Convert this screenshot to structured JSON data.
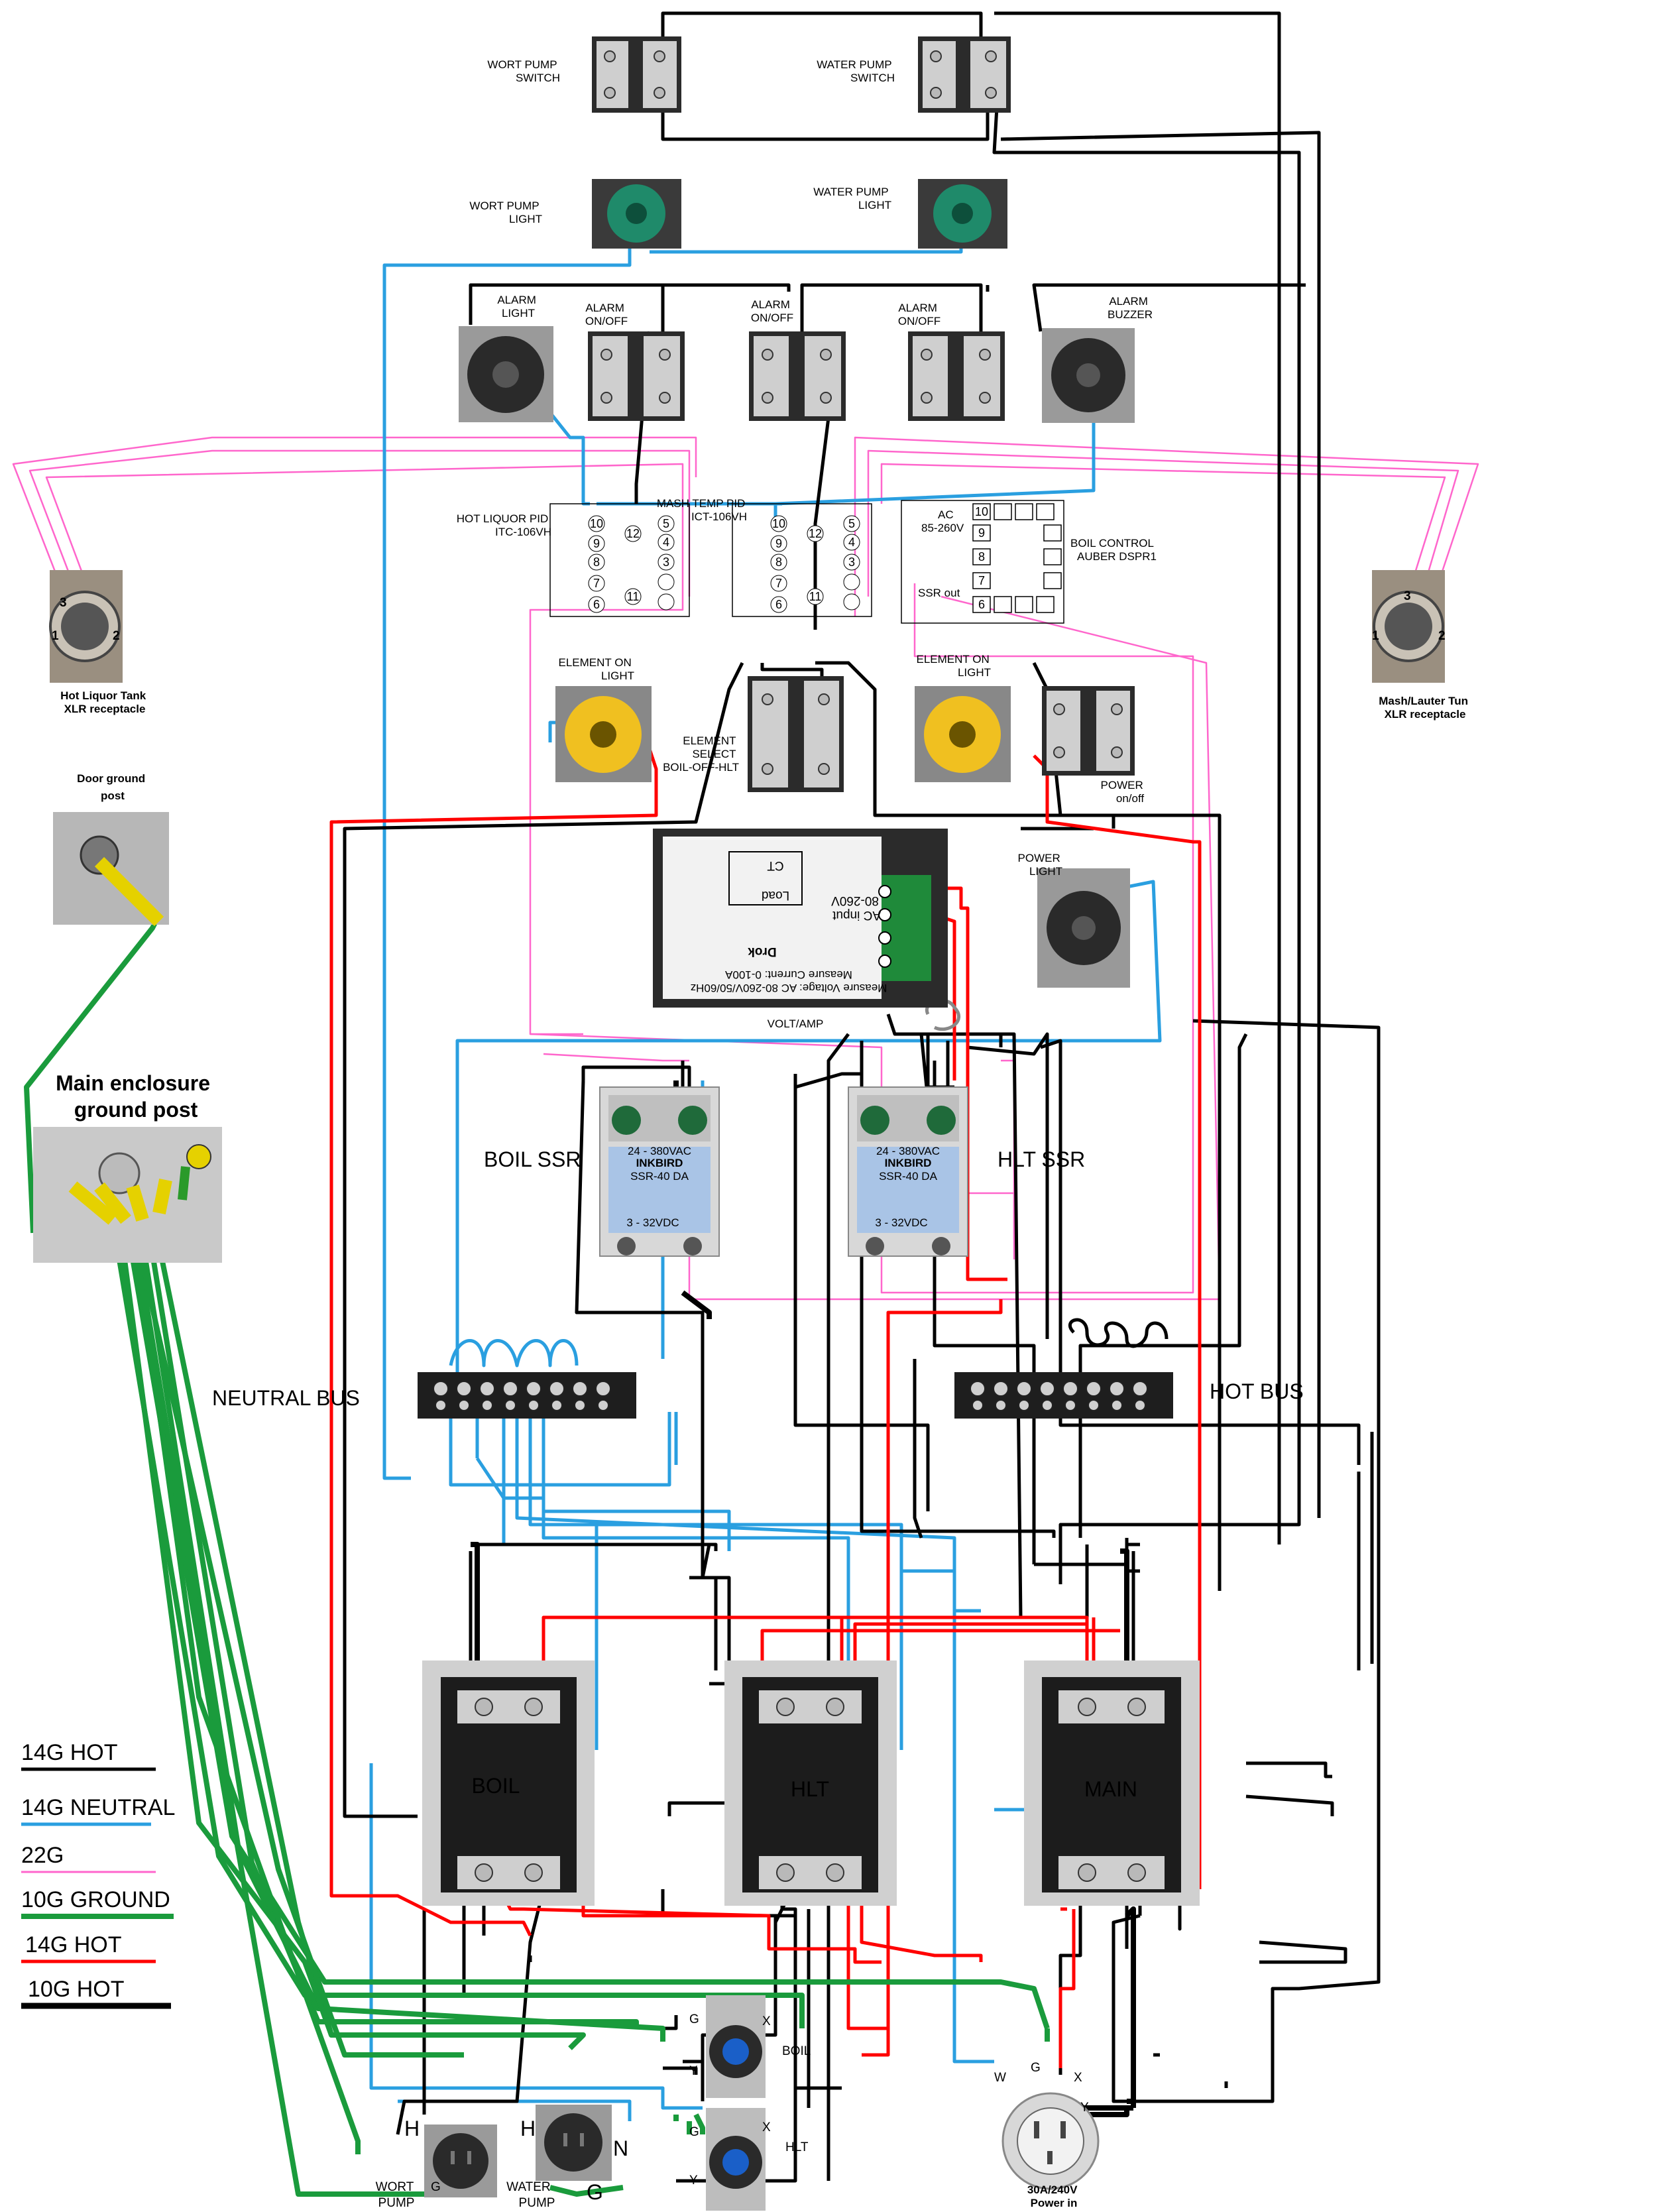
{
  "colors": {
    "hot_14g": "#000000",
    "neutral_14g": "#2a9fe0",
    "signal_22g": "#ff66cc",
    "ground_10g": "#1a9b3c",
    "hot_14g_red": "#ff0000",
    "hot_10g": "#000000"
  },
  "switches": {
    "wort_pump_switch": "WORT PUMP\nSWITCH",
    "water_pump_switch": "WATER PUMP\nSWITCH",
    "wort_pump_light": "WORT PUMP\nLIGHT",
    "water_pump_light": "WATER PUMP\nLIGHT"
  },
  "alarms": {
    "alarm_light": "ALARM\nLIGHT",
    "alarm_onoff_1": "ALARM\nON/OFF",
    "alarm_onoff_2": "ALARM\nON/OFF",
    "alarm_onoff_3": "ALARM\nON/OFF",
    "alarm_buzzer": "ALARM\nBUZZER"
  },
  "controllers": {
    "hot_liquor_pid": "HOT LIQUOR PID\nITC-106VH",
    "mash_temp_pid": "MASH TEMP PID\nICT-106VH",
    "boil_control": "BOIL CONTROL\nAUBER DSPR1",
    "ac_label": "AC\n85-260V",
    "ssr_out": "SSR out"
  },
  "receptacles_xlr": {
    "hlt": "Hot Liquor Tank\nXLR receptacle",
    "mlt": "Mash/Lauter Tun\nXLR receptacle"
  },
  "ground": {
    "door_post": "Door ground\npost",
    "main_post": "Main enclosure\nground post"
  },
  "element_row": {
    "element_on_light_1": "ELEMENT ON\nLIGHT",
    "element_select": "ELEMENT\nSELECT\nBOIL-OFF-HLT",
    "element_on_light_2": "ELEMENT ON\nLIGHT",
    "power_onoff": "POWER\non/off",
    "power_light": "POWER\nLIGHT"
  },
  "meter": {
    "label": "VOLT/AMP",
    "brand": "Drok",
    "measure_voltage": "Measure Voltage: AC 80-260V/50/60Hz",
    "measure_current": "Measure Current: 0-100A",
    "ac_input": "AC input\n80-260V",
    "load": "Load",
    "ct": "CT"
  },
  "ssrs": {
    "boil": "BOIL SSR",
    "hlt": "HLT SSR",
    "brand": "INKBIRD",
    "model": "SSR-40 DA",
    "range": "24 - 380VAC",
    "input": "3 - 32VDC"
  },
  "buses": {
    "neutral": "NEUTRAL BUS",
    "hot": "HOT BUS"
  },
  "contactors": {
    "boil": "BOIL",
    "hlt": "HLT",
    "main": "MAIN"
  },
  "outlets": {
    "wort_pump": "WORT\nPUMP",
    "water_pump": "WATER\nPUMP",
    "boil": "BOIL",
    "hlt": "HLT",
    "power_in": "30A/240V\nPower in",
    "h": "H",
    "n": "N",
    "g": "G",
    "x": "X",
    "y": "Y",
    "w": "W"
  },
  "legend": [
    {
      "label": "14G HOT",
      "color": "#000000",
      "weight": 5
    },
    {
      "label": "14G NEUTRAL",
      "color": "#2a9fe0",
      "weight": 5
    },
    {
      "label": "22G",
      "color": "#ff66cc",
      "weight": 3
    },
    {
      "label": "10G GROUND",
      "color": "#1a9b3c",
      "weight": 8
    },
    {
      "label": "14G HOT",
      "color": "#ff0000",
      "weight": 5
    },
    {
      "label": "10G HOT",
      "color": "#000000",
      "weight": 9
    }
  ]
}
